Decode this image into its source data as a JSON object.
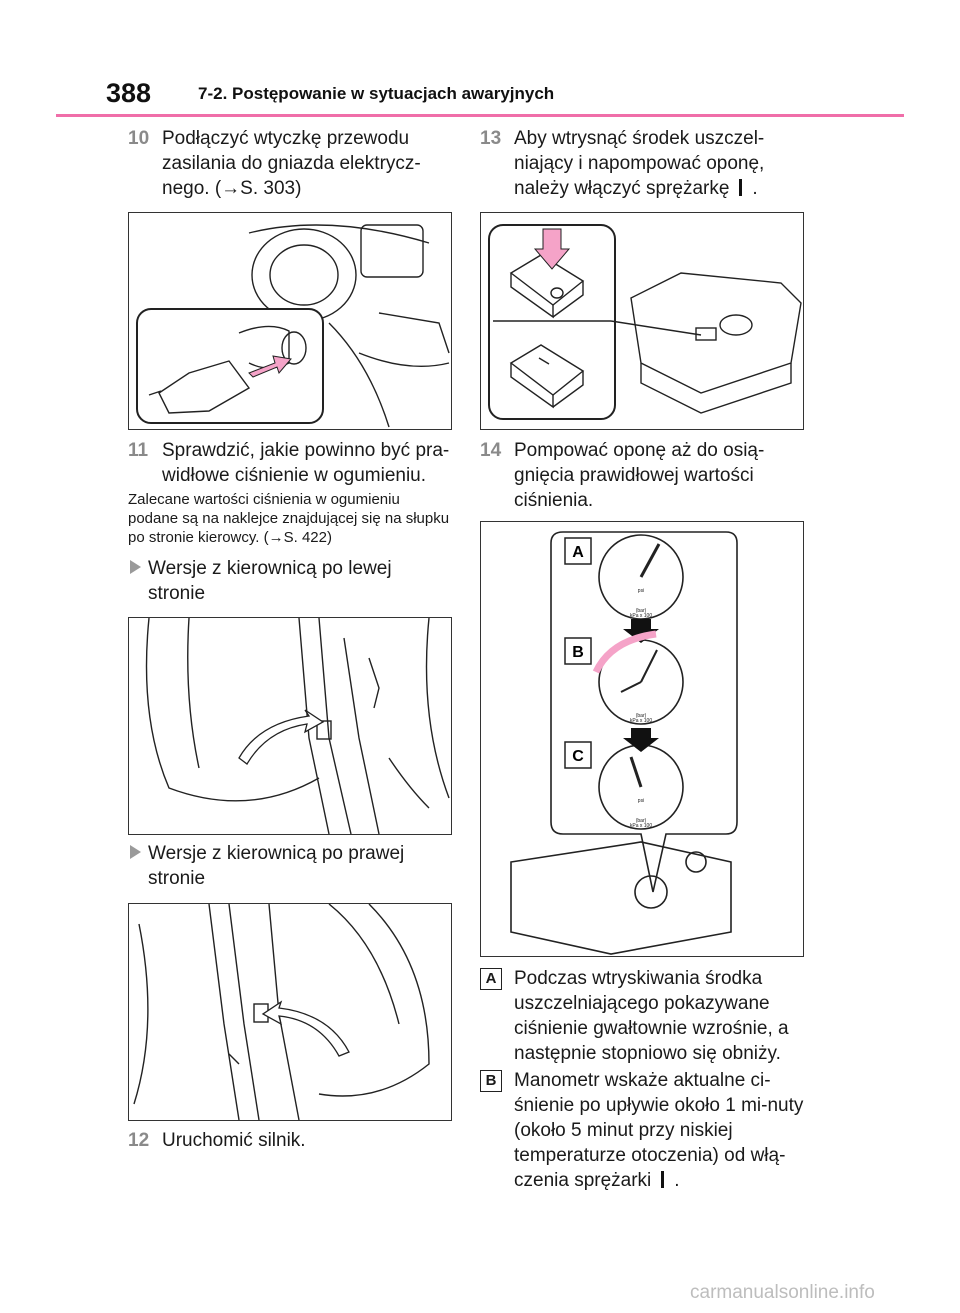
{
  "header": {
    "page_number": "388",
    "section_title": "7-2. Postępowanie w sytuacjach awaryjnych",
    "accent_color": "#f06ea9"
  },
  "left": {
    "step10": {
      "num": "10",
      "text": "Podłączyć wtyczkę przewodu zasilania do gniazda elektrycz-nego. (→S. 303)"
    },
    "step11": {
      "num": "11",
      "text": "Sprawdzić, jakie powinno być pra-widłowe ciśnienie w ogumieniu."
    },
    "note": "Zalecane wartości ciśnienia w ogumieniu podane są na naklejce znajdującej się na słupku po stronie kierowcy. (→S. 422)",
    "bullet_left": "Wersje z kierownicą po lewej stronie",
    "bullet_right": "Wersje z kierownicą po prawej stronie",
    "step12": {
      "num": "12",
      "text": "Uruchomić silnik."
    }
  },
  "right": {
    "step13": {
      "num": "13",
      "text": "Aby wtrysnąć środek uszczel-niający i napompować oponę, należy włączyć sprężarkę",
      "tail": "."
    },
    "step14": {
      "num": "14",
      "text": "Pompować oponę aż do osią-gnięcia prawidłowej wartości ciśnienia."
    },
    "gauge_labels": [
      "A",
      "B",
      "C"
    ],
    "gauge_unit": "(bar)",
    "gauge_unit2": "kPa x 100",
    "gauge_psi": "psi",
    "legend": [
      {
        "label": "A",
        "text": "Podczas wtryskiwania środka uszczelniającego pokazywane ciśnienie gwałtownie wzrośnie, a następnie stopniowo się obniży."
      },
      {
        "label": "B",
        "text": "Manometr wskaże aktualne ci-śnienie po upływie około 1 mi-nuty (około 5 minut przy niskiej temperaturze otoczenia) od włą-czenia sprężarki",
        "tail": "."
      }
    ]
  },
  "watermark": "carmanualsonline.info"
}
